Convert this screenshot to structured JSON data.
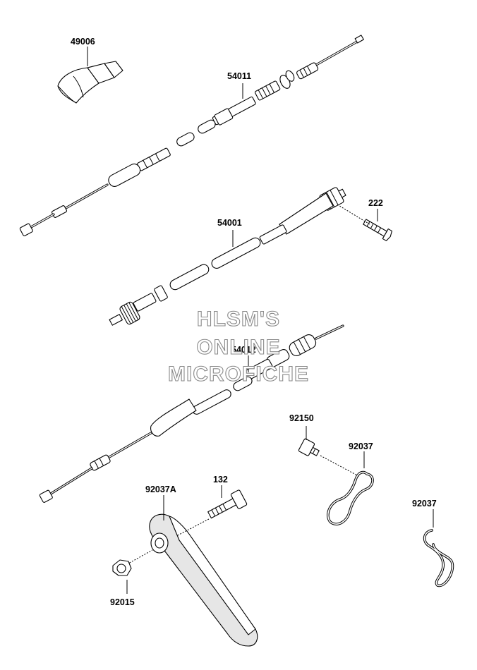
{
  "watermark": {
    "line1": "HLSM'S",
    "line2": "ONLINE",
    "line3": "MICROFICHE"
  },
  "parts": [
    {
      "id": "p49006",
      "number": "49006"
    },
    {
      "id": "p54011",
      "number": "54011"
    },
    {
      "id": "p222",
      "number": "222"
    },
    {
      "id": "p54001",
      "number": "54001"
    },
    {
      "id": "p54012",
      "number": "54012"
    },
    {
      "id": "p92150",
      "number": "92150"
    },
    {
      "id": "p92037a",
      "number": "92037"
    },
    {
      "id": "p132",
      "number": "132"
    },
    {
      "id": "p92037A",
      "number": "92037A"
    },
    {
      "id": "p92037b",
      "number": "92037"
    },
    {
      "id": "p92015",
      "number": "92015"
    }
  ]
}
